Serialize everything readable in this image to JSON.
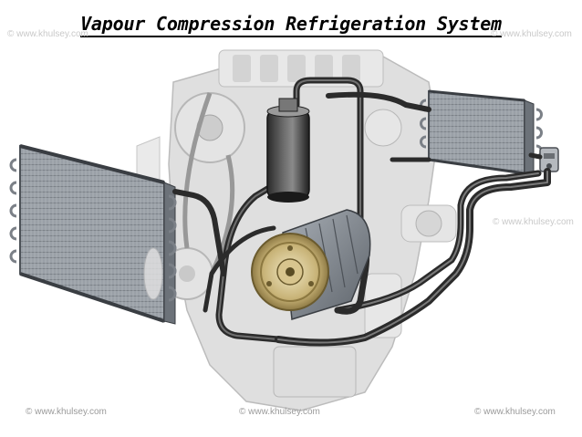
{
  "slide": {
    "title": "Vapour Compression Refrigeration System"
  },
  "watermarks": {
    "bottom_left": "© www.khulsey.com",
    "bottom_center": "© www.khulsey.com",
    "bottom_right": "© www.khulsey.com",
    "top_left": "© www.khulsey.com",
    "top_right": "© www.khulsey.com",
    "mid_right": "© www.khulsey.com"
  },
  "colors": {
    "pipe": "#2b2b2b",
    "coil_fin": "#8a8f96",
    "engine": "#d8d8d8",
    "pulley": "#c9b47a"
  }
}
